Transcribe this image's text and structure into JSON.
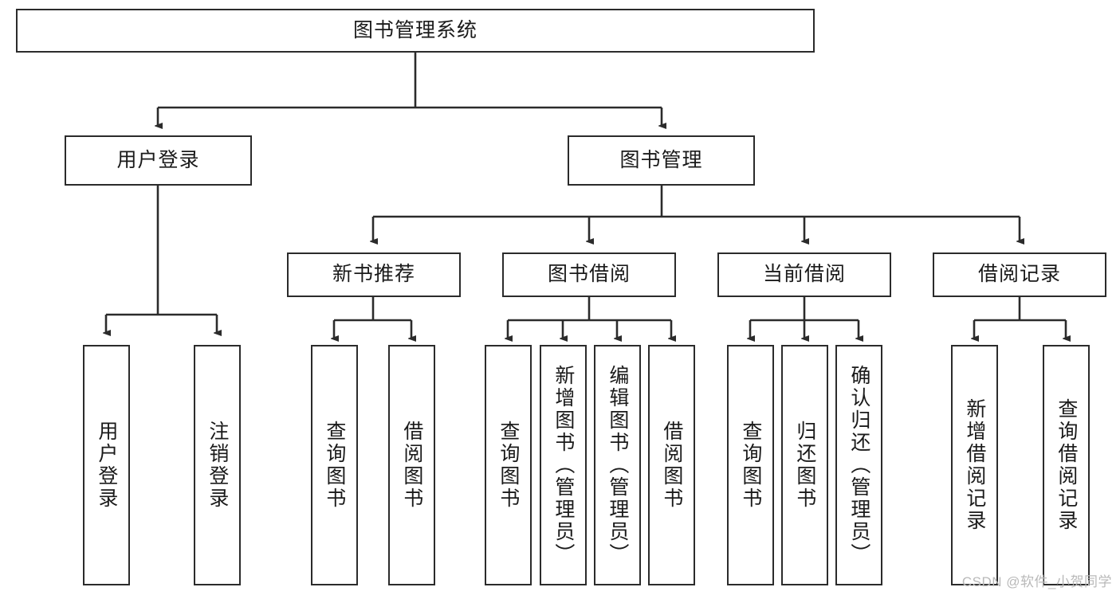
{
  "diagram": {
    "type": "tree-hierarchy-flowchart",
    "title": "图书管理系统",
    "watermark": "CSDN @软件_小贺同学",
    "colors": {
      "box_border": "#2b2b2b",
      "box_fill": "#ffffff",
      "connector": "#2b2b2b",
      "text": "#1a1a1a",
      "watermark": "#b9b9b9",
      "background": "#ffffff"
    },
    "levels": {
      "root": {
        "label": "图书管理系统"
      },
      "level2": [
        {
          "label": "用户登录"
        },
        {
          "label": "图书管理"
        }
      ],
      "level3": [
        {
          "label": "新书推荐"
        },
        {
          "label": "图书借阅"
        },
        {
          "label": "当前借阅"
        },
        {
          "label": "借阅记录"
        }
      ],
      "leaves": {
        "user_login": [
          {
            "label": "用户登录"
          },
          {
            "label": "注销登录"
          }
        ],
        "new_book_recommend": [
          {
            "label": "查询图书"
          },
          {
            "label": "借阅图书"
          }
        ],
        "book_borrow": [
          {
            "label": "查询图书"
          },
          {
            "label": "新增图书（管理员）"
          },
          {
            "label": "编辑图书（管理员）"
          },
          {
            "label": "借阅图书"
          }
        ],
        "current_borrow": [
          {
            "label": "查询图书"
          },
          {
            "label": "归还图书"
          },
          {
            "label": "确认归还（管理员）"
          }
        ],
        "borrow_records": [
          {
            "label": "新增借阅记录"
          },
          {
            "label": "查询借阅记录"
          }
        ]
      }
    }
  }
}
